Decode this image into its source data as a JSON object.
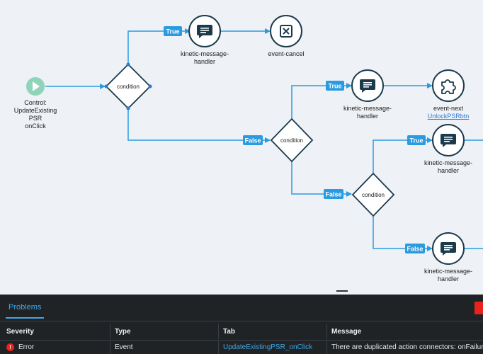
{
  "flow": {
    "start": {
      "label": [
        "Control:",
        "UpdateExisting",
        "PSR",
        "onClick"
      ]
    },
    "conditions": [
      {
        "id": "c1",
        "label": "condition"
      },
      {
        "id": "c2",
        "label": "condition"
      },
      {
        "id": "c3",
        "label": "condition"
      }
    ],
    "badges": {
      "true_label": "True",
      "false_label": "False"
    },
    "handlers": [
      {
        "id": "h1",
        "label": [
          "kinetic-message-",
          "handler"
        ]
      },
      {
        "id": "h2",
        "label": [
          "kinetic-message-",
          "handler"
        ]
      },
      {
        "id": "h3",
        "label": [
          "kinetic-message-",
          "handler"
        ]
      },
      {
        "id": "h4",
        "label": [
          "kinetic-message-",
          "handler"
        ]
      }
    ],
    "event_cancel": {
      "label": "event-cancel"
    },
    "event_next": {
      "label": "event-next",
      "link": "UnlockPSRbtn"
    }
  },
  "panel": {
    "tab_label": "Problems",
    "columns": [
      "Severity",
      "Type",
      "Tab",
      "Message"
    ],
    "rows": [
      {
        "severity": "Error",
        "type": "Event",
        "tab": "UpdateExistingPSR_onClick",
        "message": "There are duplicated action connectors: onFailure"
      }
    ]
  },
  "colors": {
    "connector": "#2a9be0",
    "node_dark": "#1b3a4b",
    "start_green": "#8fd3b9",
    "error_red": "#e8231c",
    "link_blue": "#3ea6e8"
  },
  "icons": [
    "play-icon",
    "message-icon",
    "close-box-icon",
    "puzzle-icon",
    "error-icon"
  ]
}
